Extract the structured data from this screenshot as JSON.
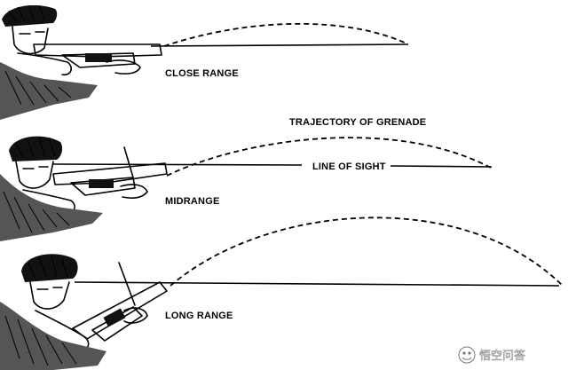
{
  "labels": {
    "close_range": "CLOSE RANGE",
    "midrange": "MIDRANGE",
    "long_range": "LONG RANGE",
    "trajectory": "TRAJECTORY OF GRENADE",
    "line_of_sight": "LINE OF SIGHT"
  },
  "watermark": {
    "text": "悟空问答"
  },
  "colors": {
    "ink": "#000000",
    "background": "#ffffff"
  },
  "icons": {
    "soldier": "soldier-with-grenade-launcher",
    "watermark_logo": "wukong-qa-logo"
  }
}
